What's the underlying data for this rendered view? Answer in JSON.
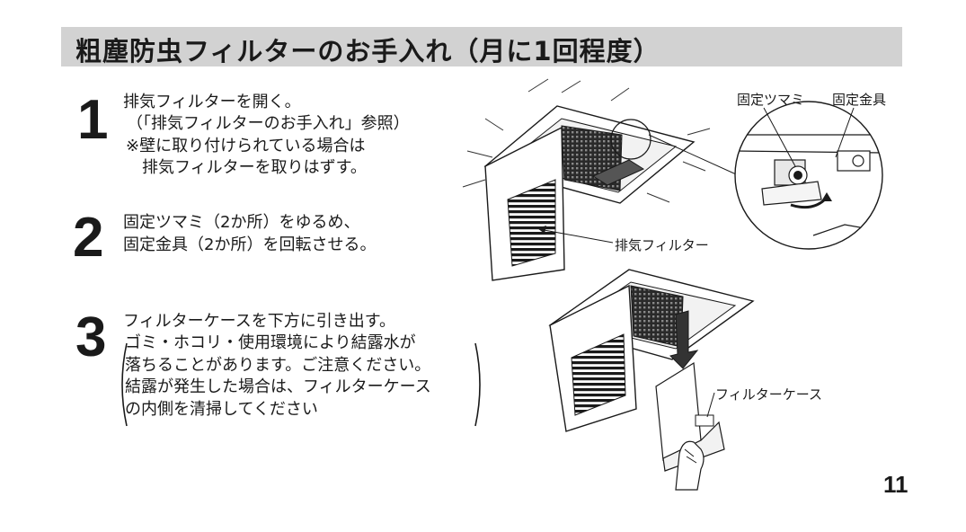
{
  "title": "粗塵防虫フィルターのお手入れ（月に1回程度）",
  "steps": [
    {
      "number": "1",
      "lines": [
        "排気フィルターを開く。",
        "（「排気フィルターのお手入れ」参照）",
        "※壁に取り付けられている場合は",
        "排気フィルターを取りはずす。"
      ]
    },
    {
      "number": "2",
      "lines": [
        "固定ツマミ（2か所）をゆるめ、",
        "固定金具（2か所）を回転させる。"
      ]
    },
    {
      "number": "3",
      "lines": [
        "フィルターケースを下方に引き出す。",
        "ゴミ・ホコリ・使用環境により結露水が",
        "落ちることがあります。ご注意ください。",
        "結露が発生した場合は、フィルターケース",
        "の内側を清掃してください"
      ]
    }
  ],
  "figure_labels": {
    "knob": "固定ツマミ",
    "bracket": "固定金具",
    "exhaust_filter": "排気フィルター",
    "filter_case": "フィルターケース"
  },
  "page_number": "11"
}
